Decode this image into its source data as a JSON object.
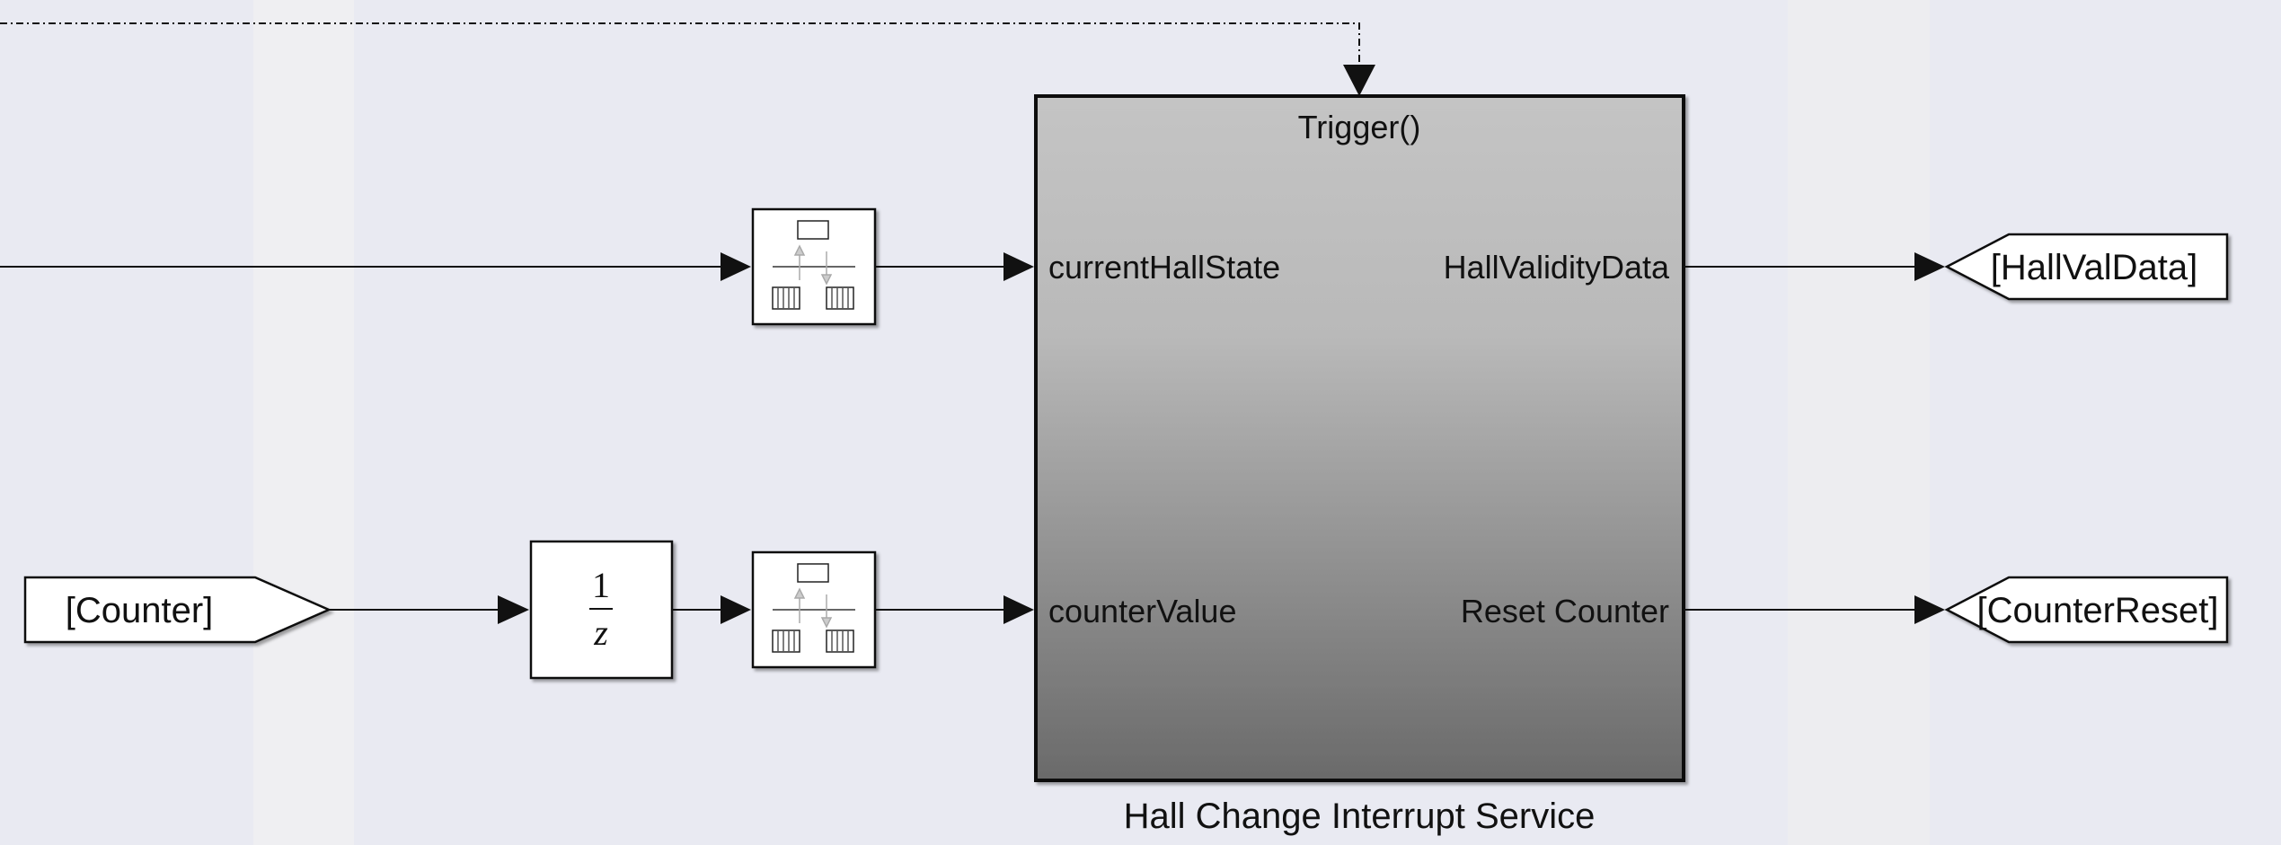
{
  "colors": {
    "background": "#e9eaf2",
    "band": "#efeff2",
    "subsystem_top": "#c4c4c4",
    "subsystem_bottom": "#6e6e6e",
    "line": "#111111"
  },
  "subsystem": {
    "trigger_label": "Trigger()",
    "name": "Hall Change Interrupt Service",
    "inputs": [
      "currentHallState",
      "counterValue"
    ],
    "outputs": [
      "HallValidityData",
      "Reset Counter"
    ]
  },
  "from_block": {
    "label": "[Counter]"
  },
  "goto_blocks": [
    {
      "label": "[HallValData]"
    },
    {
      "label": "[CounterReset]"
    }
  ],
  "unit_delay": {
    "numerator": "1",
    "denominator": "z"
  },
  "rate_transition_icons": [
    "rate-transition-icon",
    "rate-transition-icon"
  ]
}
